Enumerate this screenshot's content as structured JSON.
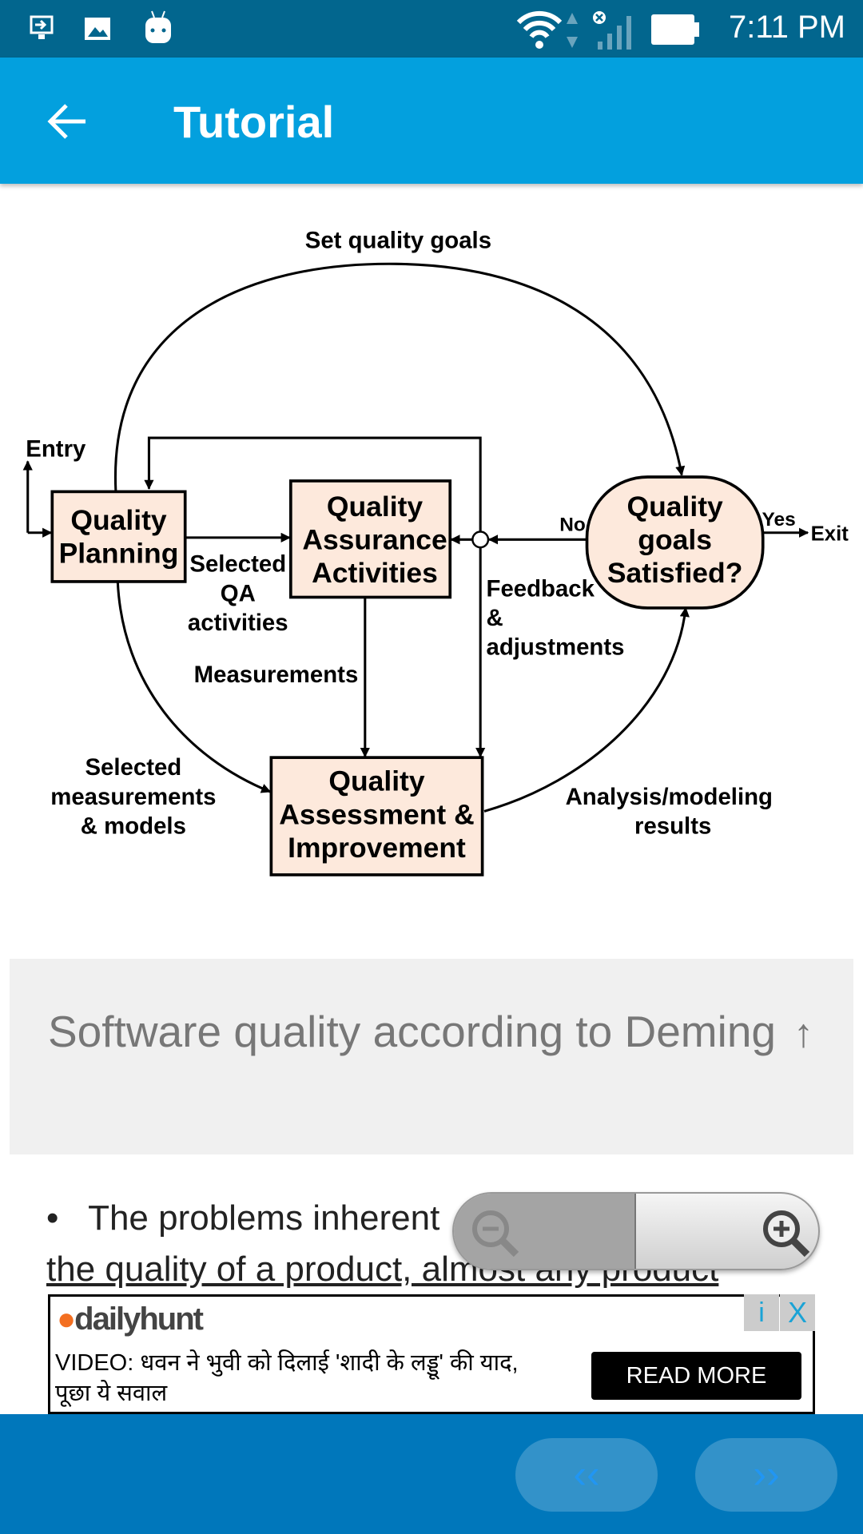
{
  "status_bar": {
    "time": "7:11 PM",
    "icons": [
      "screen-cast-icon",
      "image-icon",
      "android-icon",
      "wifi-icon",
      "data-arrows-icon",
      "signal-icon",
      "battery-icon"
    ]
  },
  "app_bar": {
    "title": "Tutorial",
    "back_icon": "arrow-left-icon"
  },
  "diagram": {
    "top_label": "Set quality goals",
    "entry": "Entry",
    "planning": [
      "Quality",
      "Planning"
    ],
    "qa": [
      "Quality",
      "Assurance",
      "Activities"
    ],
    "assessment": [
      "Quality",
      "Assessment  &",
      "Improvement"
    ],
    "goals": [
      "Quality",
      "goals",
      "Satisfied?"
    ],
    "no": "No",
    "yes": "Yes",
    "exit": "Exit",
    "selected_qa": [
      "Selected",
      "QA",
      "activities"
    ],
    "measurements": "Measurements",
    "feedback": [
      "Feedback",
      "&",
      "adjustments"
    ],
    "selected_meas": [
      "Selected",
      "measurements",
      "& models"
    ],
    "analysis": [
      "Analysis/modeling",
      "results"
    ]
  },
  "section": {
    "heading": "Software quality according to Deming",
    "heading_icon": "arrow-up-icon"
  },
  "body": {
    "line1": "The problems inherent",
    "line2": "the quality of a product, almost any product"
  },
  "zoom_control": {
    "zoom_out_icon": "zoom-out-icon",
    "zoom_in_icon": "zoom-in-icon"
  },
  "ad": {
    "brand": "dailyhunt",
    "text": "VIDEO: धवन ने भुवी को दिलाई 'शादी के लड्डू' की याद, पूछा ये सवाल",
    "button": "READ MORE",
    "info": "i",
    "close": "X"
  },
  "bottom_nav": {
    "prev": "‹‹",
    "next": "››"
  }
}
